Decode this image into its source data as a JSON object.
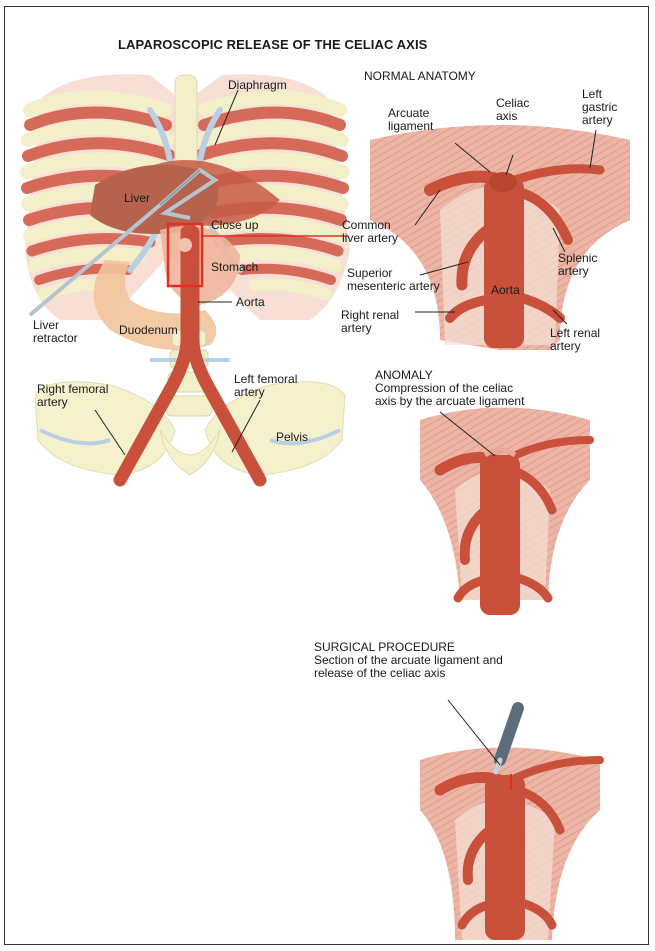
{
  "title": "LAPAROSCOPIC RELEASE OF THE CELIAC AXIS",
  "colors": {
    "artery": "#c9503a",
    "muscle": "#e6a08e",
    "bone": "#f3efc8",
    "liver": "#b86b55",
    "box": "#e03020",
    "text": "#1a1a1a"
  },
  "left_panel": {
    "labels": {
      "diaphragm": "Diaphragm",
      "liver": "Liver",
      "close_up": "Close up",
      "stomach": "Stomach",
      "aorta": "Aorta",
      "liver_retractor": "Liver\nretractor",
      "duodenum": "Duodenum",
      "right_femoral": "Right femoral\nartery",
      "left_femoral": "Left femoral\nartery",
      "pelvis": "Pelvis"
    }
  },
  "normal": {
    "heading": "NORMAL ANATOMY",
    "labels": {
      "arcuate": "Arcuate\nligament",
      "celiac": "Celiac\naxis",
      "left_gastric": "Left\ngastric\nartery",
      "common_liver": "Common\nliver artery",
      "superior_mesenteric": "Superior\nmesenteric artery",
      "splenic": "Splenic\nartery",
      "aorta": "Aorta",
      "right_renal": "Right renal\nartery",
      "left_renal": "Left renal\nartery"
    }
  },
  "anomaly": {
    "heading": "ANOMALY",
    "text": "Compression of the celiac\naxis by the arcuate ligament"
  },
  "surgical": {
    "heading": "SURGICAL PROCEDURE",
    "text": "Section of the arcuate ligament and\nrelease of the celiac axis"
  }
}
